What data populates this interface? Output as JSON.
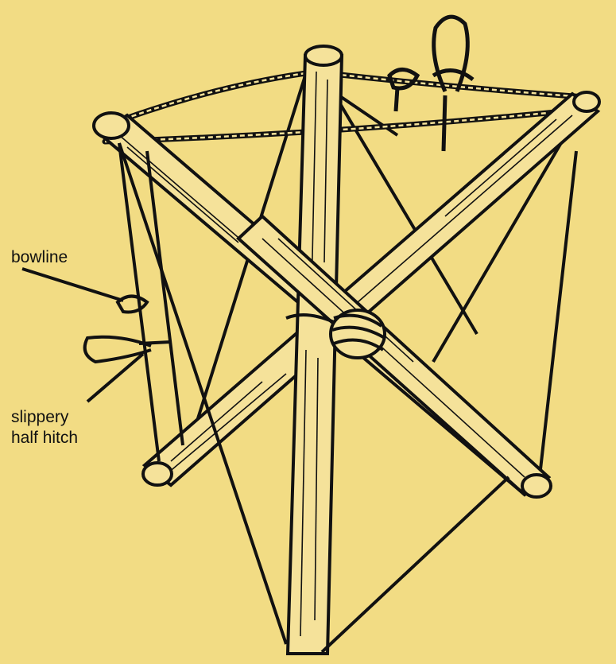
{
  "labels": {
    "bowline": "bowline",
    "slippery_line1": "slippery",
    "slippery_line2": "half hitch"
  },
  "colors": {
    "background": "#f2dc84",
    "ink": "#111111",
    "wood": "#f5e29a"
  }
}
